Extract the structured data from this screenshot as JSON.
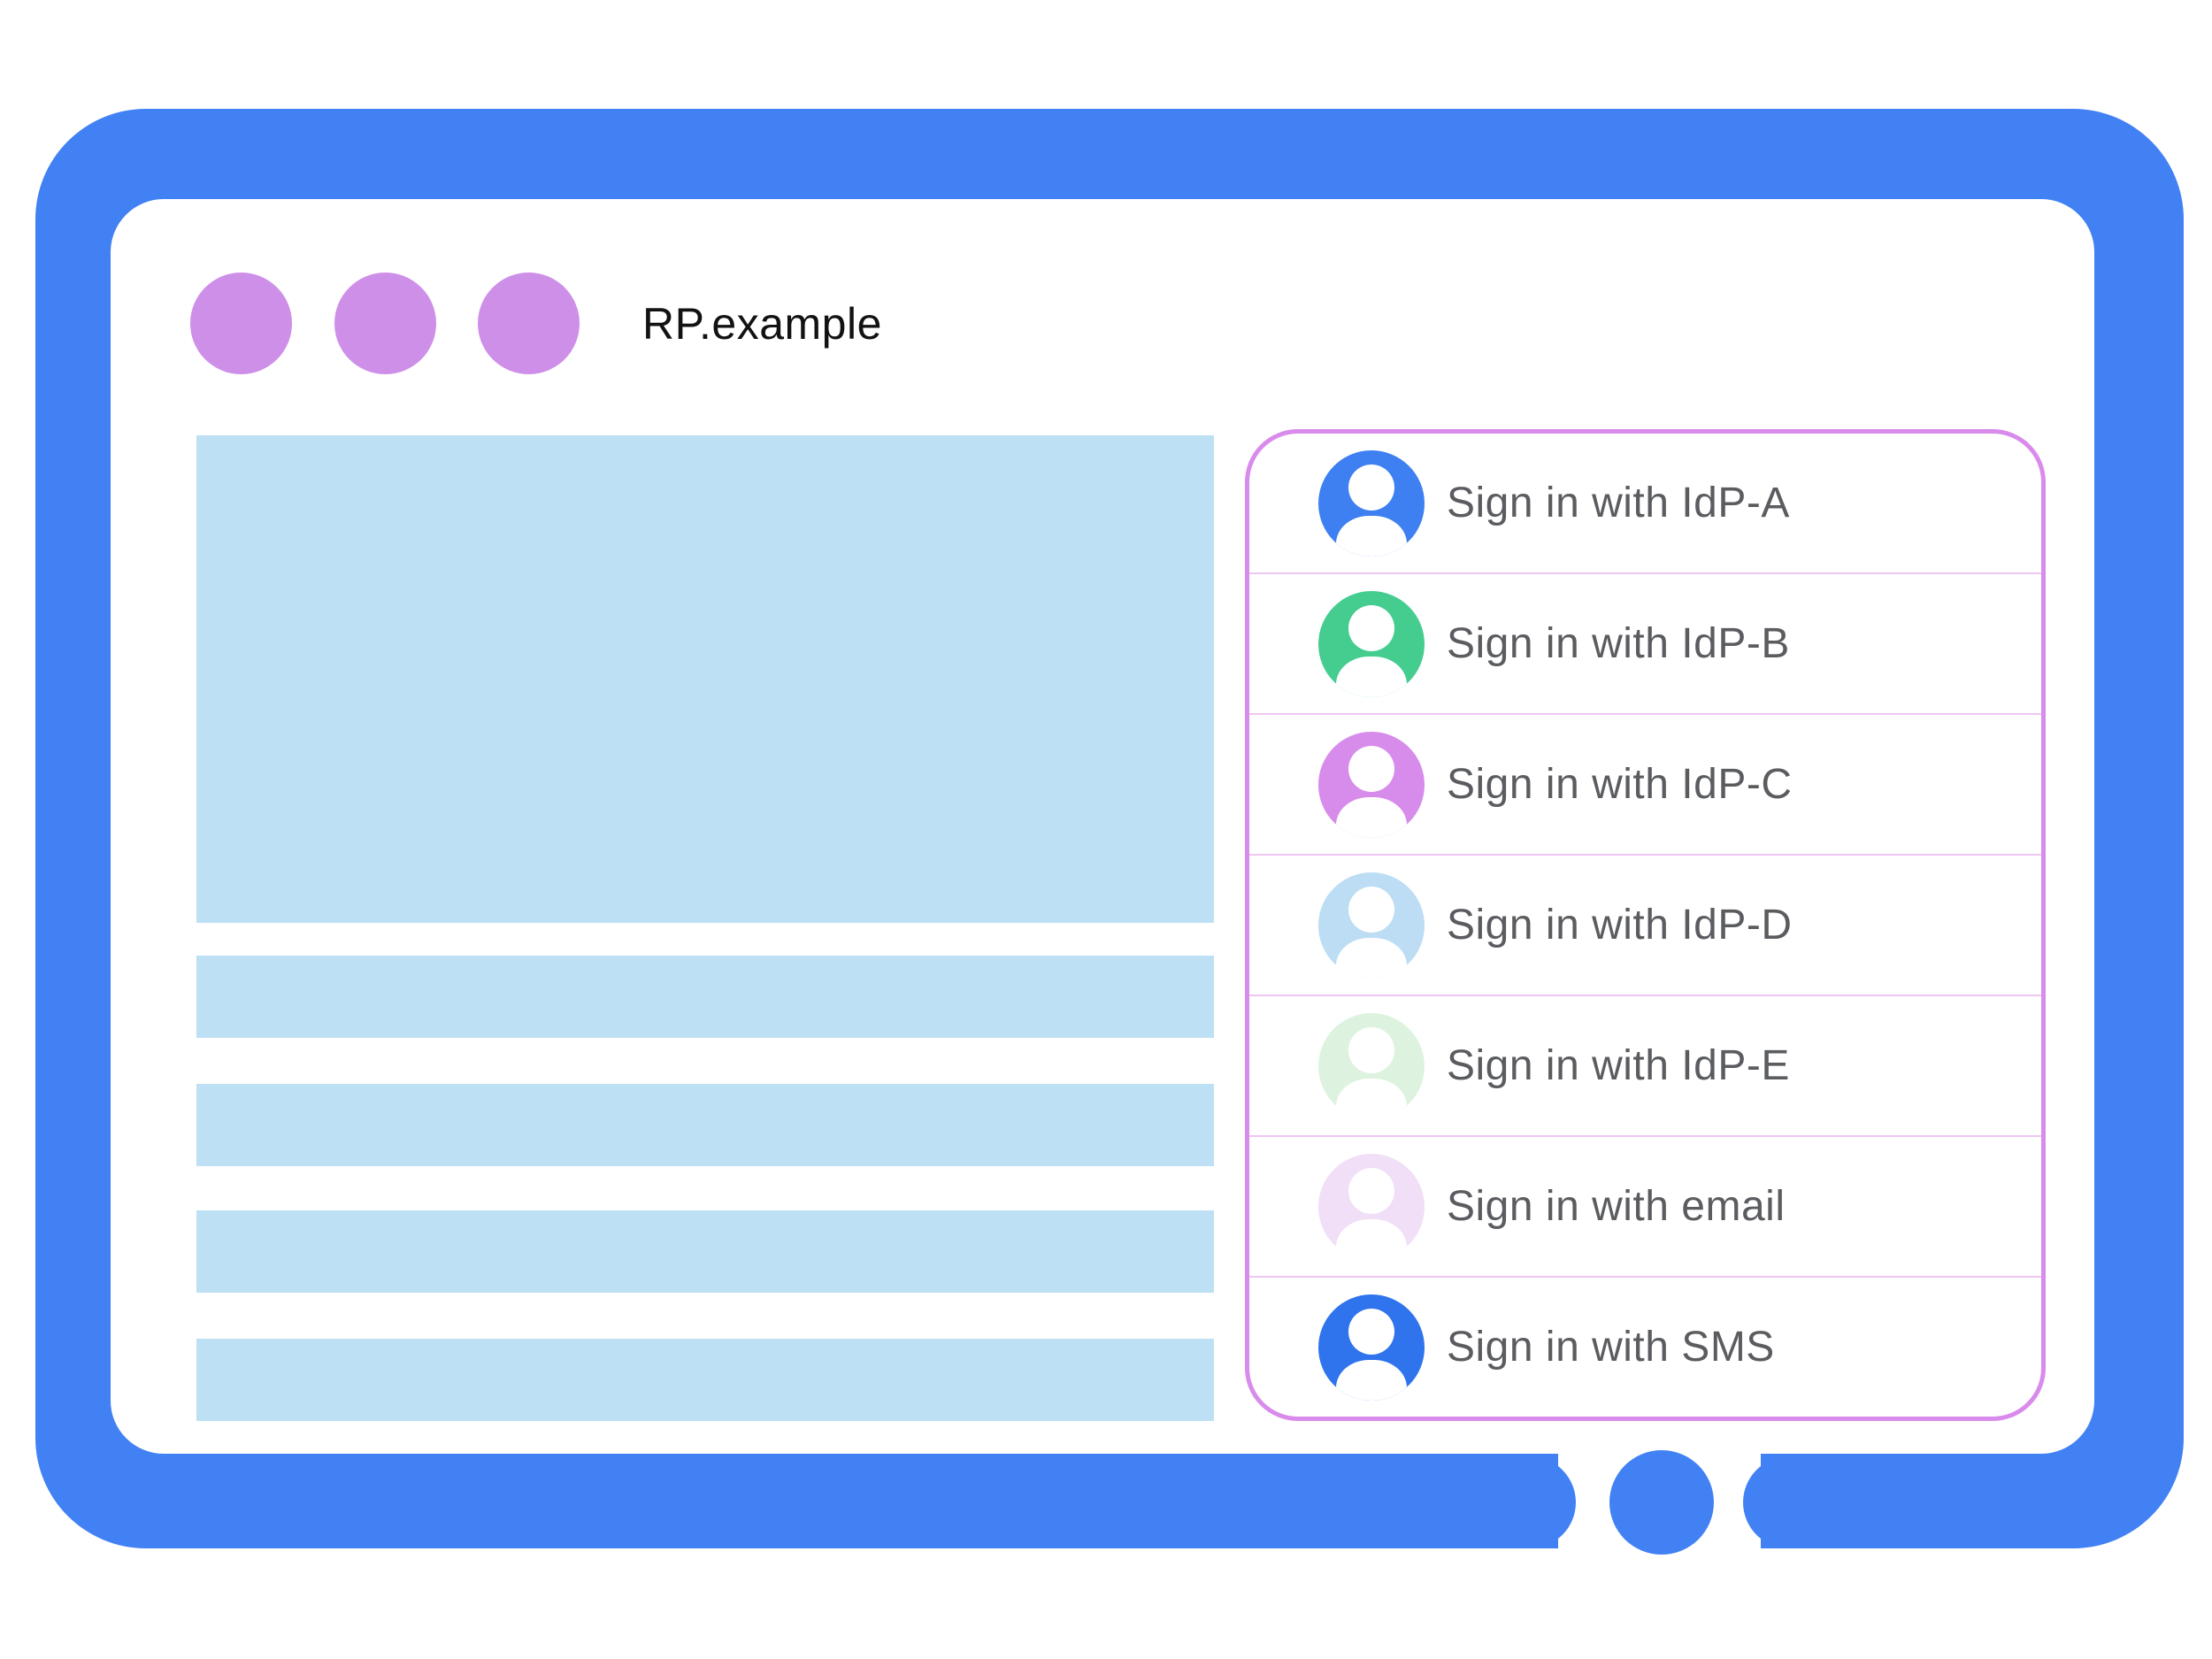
{
  "css_vars": {
    "--frame": "#4181F3",
    "--dot": "#CE8FE9",
    "--placeholder": "#BEE0F5",
    "--panel-border": "#D98BEC",
    "--divider": "#EFC6F2"
  },
  "window": {
    "title": "RP.example",
    "frame_color": "#4181F3",
    "control_dot_color": "#CE8FE9",
    "placeholder_color": "#BEE0F5"
  },
  "signin": {
    "panel_border_color": "#D98BEC",
    "divider_color": "#EFC6F2",
    "label_color": "#5A5C60",
    "rows": [
      {
        "label": "Sign in with IdP-A",
        "icon": "person-avatar-icon",
        "color": "#3E7FF1"
      },
      {
        "label": "Sign in with IdP-B",
        "icon": "person-avatar-icon",
        "color": "#45CD90"
      },
      {
        "label": "Sign in with IdP-C",
        "icon": "person-avatar-icon",
        "color": "#D78BEA"
      },
      {
        "label": "Sign in with IdP-D",
        "icon": "person-avatar-icon",
        "color": "#BCDDF4"
      },
      {
        "label": "Sign in with IdP-E",
        "icon": "person-avatar-icon",
        "color": "#DDF3DF"
      },
      {
        "label": "Sign in with email",
        "icon": "person-avatar-icon",
        "color": "#F0DFF6"
      },
      {
        "label": "Sign in with SMS",
        "icon": "person-avatar-icon",
        "color": "#2F73ED"
      }
    ]
  }
}
